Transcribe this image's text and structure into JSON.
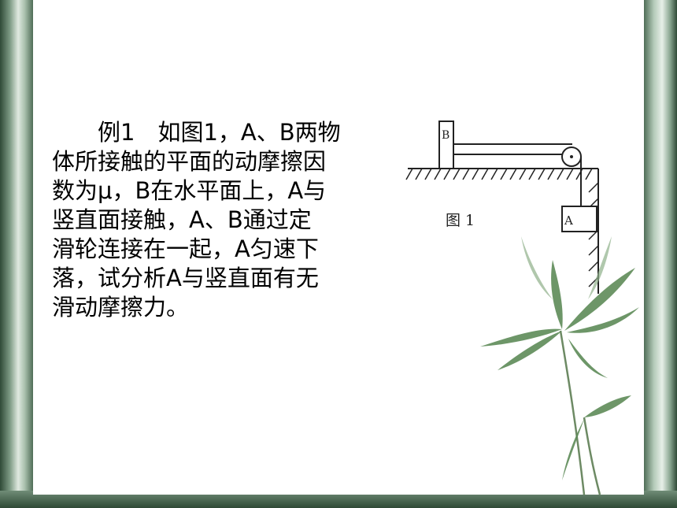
{
  "problem": {
    "lines": [
      "例1　如图1，A、B两物",
      "体所接触的平面的动摩擦因",
      "数为μ，B在水平面上，A与",
      "竖直面接触，A、B通过定",
      "滑轮连接在一起，A匀速下",
      "落，试分析A与竖直面有无",
      "滑动摩擦力。"
    ]
  },
  "figure": {
    "block_b_label": "B",
    "block_a_label": "A",
    "caption": "图 1"
  },
  "colors": {
    "slide_bg": "#ffffff",
    "frame_green": "#3f5f48",
    "leaf_green": "#5e8b58"
  }
}
